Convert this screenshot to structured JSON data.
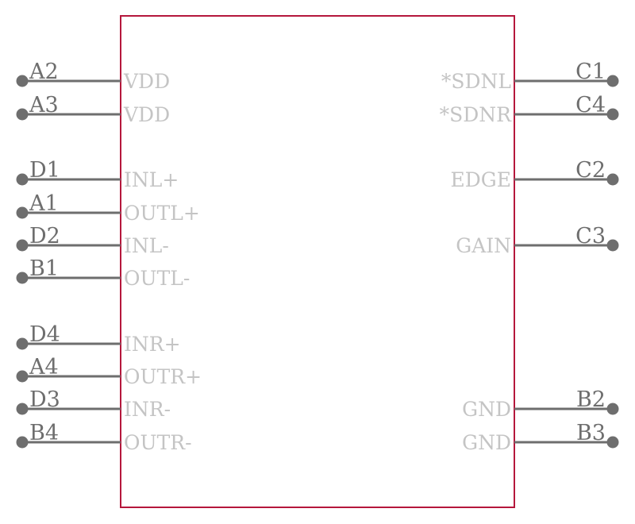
{
  "colors": {
    "body_outline": "#b5173c",
    "pin": "#6e6e6e",
    "pin_name": "#c4c4c4",
    "background": "#ffffff"
  },
  "pins": {
    "left": [
      {
        "number": "A2",
        "name": "VDD"
      },
      {
        "number": "A3",
        "name": "VDD"
      },
      {
        "number": "D1",
        "name": "INL+"
      },
      {
        "number": "A1",
        "name": "OUTL+"
      },
      {
        "number": "D2",
        "name": "INL-"
      },
      {
        "number": "B1",
        "name": "OUTL-"
      },
      {
        "number": "D4",
        "name": "INR+"
      },
      {
        "number": "A4",
        "name": "OUTR+"
      },
      {
        "number": "D3",
        "name": "INR-"
      },
      {
        "number": "B4",
        "name": "OUTR-"
      }
    ],
    "right": [
      {
        "number": "C1",
        "name": "*SDNL"
      },
      {
        "number": "C4",
        "name": "*SDNR"
      },
      {
        "number": "C2",
        "name": "EDGE"
      },
      {
        "number": "C3",
        "name": "GAIN"
      },
      {
        "number": "B2",
        "name": "GND"
      },
      {
        "number": "B3",
        "name": "GND"
      }
    ]
  }
}
